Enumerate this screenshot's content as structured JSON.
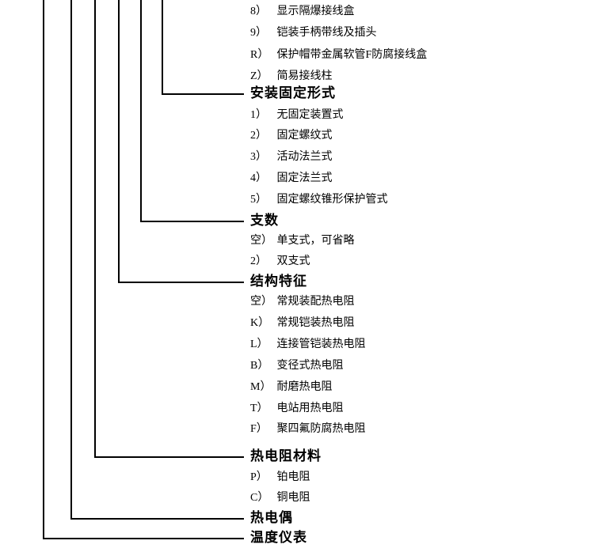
{
  "diagram": {
    "kind": "model-code-selection-tree",
    "line_color": "#000000",
    "text_color": "#000000",
    "sections": [
      {
        "items": [
          {
            "code": "8）",
            "label": "显示隔爆接线盒"
          },
          {
            "code": "9）",
            "label": "铠装手柄带线及插头"
          },
          {
            "code": "R）",
            "label": "保护帽带金属软管F防腐接线盒"
          },
          {
            "code": "Z）",
            "label": "简易接线柱"
          }
        ]
      },
      {
        "title": "安装固定形式",
        "items": [
          {
            "code": "1）",
            "label": "无固定装置式"
          },
          {
            "code": "2）",
            "label": "固定螺纹式"
          },
          {
            "code": "3）",
            "label": "活动法兰式"
          },
          {
            "code": "4）",
            "label": "固定法兰式"
          },
          {
            "code": "5）",
            "label": "固定螺纹锥形保护管式"
          }
        ]
      },
      {
        "title": "支数",
        "items": [
          {
            "code": "空）",
            "label": "单支式，可省略"
          },
          {
            "code": "2）",
            "label": "双支式"
          }
        ]
      },
      {
        "title": "结构特征",
        "items": [
          {
            "code": "空）",
            "label": "常规装配热电阻"
          },
          {
            "code": "K）",
            "label": "常规铠装热电阻"
          },
          {
            "code": "L）",
            "label": "连接管铠装热电阻"
          },
          {
            "code": "B）",
            "label": "变径式热电阻"
          },
          {
            "code": "M）",
            "label": "耐磨热电阻"
          },
          {
            "code": "T）",
            "label": "电站用热电阻"
          },
          {
            "code": "F）",
            "label": "聚四氟防腐热电阻"
          }
        ]
      },
      {
        "title": "热电阻材料",
        "items": [
          {
            "code": "P）",
            "label": "铂电阻"
          },
          {
            "code": "C）",
            "label": "铜电阻"
          }
        ]
      },
      {
        "title": "热电偶",
        "items": []
      },
      {
        "title": "温度仪表",
        "items": []
      }
    ]
  }
}
